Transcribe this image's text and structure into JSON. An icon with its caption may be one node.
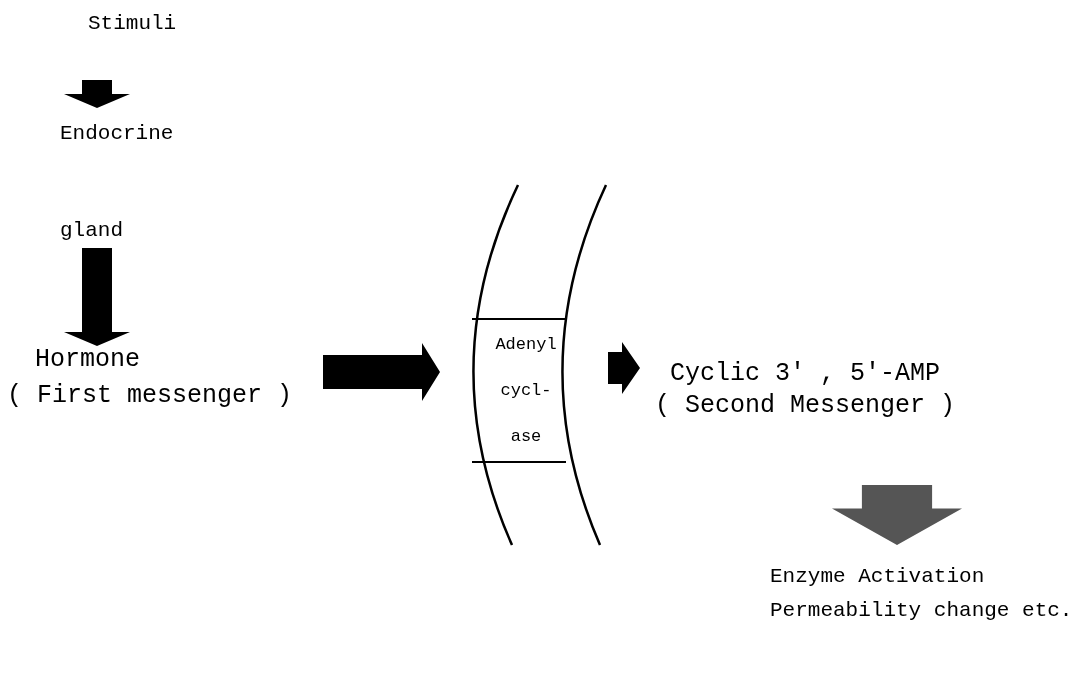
{
  "diagram": {
    "nodes": [
      {
        "text": [
          "Stimuli"
        ]
      },
      {
        "text": [
          "Endocrine",
          "gland"
        ]
      },
      {
        "text": [
          "Hormone",
          "( First messenger )"
        ]
      },
      {
        "text": [],
        "shape": "band"
      },
      {
        "text": [
          "Adenyl cycl- ase"
        ],
        "in": 3
      },
      {
        "text": [
          "Cyclic 3' , 5'-AMP",
          "( Second Messenger )"
        ]
      },
      {
        "text": [
          "Enzyme Activation",
          "Permeability change etc."
        ]
      }
    ],
    "edges": [
      {
        "from": 0,
        "to": 1,
        "arrow": "to"
      },
      {
        "from": 1,
        "to": 2,
        "arrow": "to"
      },
      {
        "from": 2,
        "to": 3,
        "arrow": "to"
      },
      {
        "from": 3,
        "to": 5,
        "arrow": "to"
      },
      {
        "from": 5,
        "to": 6,
        "arrow": "to",
        "style": "thick",
        "color": "#555555"
      }
    ]
  }
}
